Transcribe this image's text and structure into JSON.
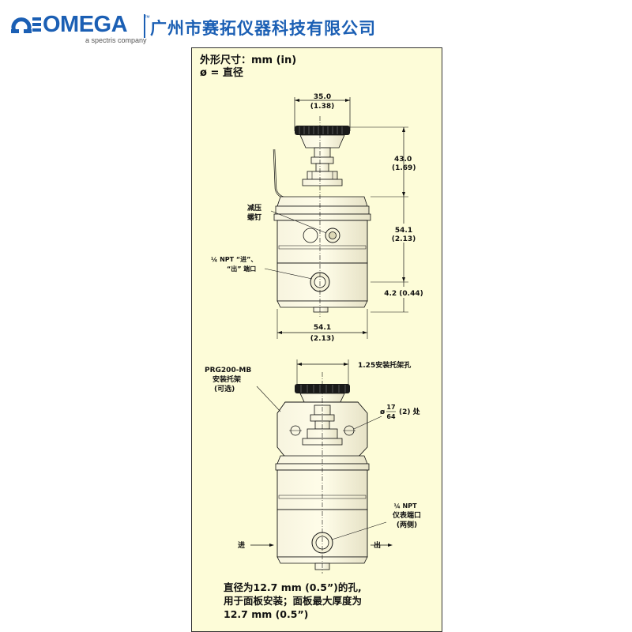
{
  "header": {
    "brand": "OMEGA",
    "trademark": "™",
    "tagline": "a spectris company",
    "company": "广州市赛拓仪器科技有限公司"
  },
  "panel": {
    "title_line1": "外形尺寸：mm (in)",
    "title_line2": "ø = 直径",
    "top_view": {
      "width_dim": "35.0",
      "width_dim_in": "(1.38)",
      "knob_height": "43.0",
      "knob_height_in": "(1.69)",
      "body_height": "54.1",
      "body_height_in": "(2.13)",
      "screw_label_1": "减压",
      "screw_label_2": "螺钉",
      "port_label_1": "¼ NPT “进”、",
      "port_label_2": "“出” 端口",
      "offset_dim": "4.2 (0.44)",
      "body_width": "54.1",
      "body_width_in": "(2.13)"
    },
    "bottom_view": {
      "bracket_name": "PRG200-MB",
      "bracket_label_1": "安装托架",
      "bracket_label_2": "(可选)",
      "bracket_hole": "1.25安装托架孔",
      "hole_prefix": "ø",
      "hole_num": "17",
      "hole_den": "64",
      "hole_suffix": "(2) 处",
      "gauge_label_1": "¼ NPT",
      "gauge_label_2": "仪表端口",
      "gauge_label_3": "(两侧)",
      "inlet": "进",
      "outlet": "出"
    },
    "footnote": "直径为12.7 mm (0.5”)的孔,\n用于面板安装；面板最大厚度为\n12.7 mm (0.5”)"
  },
  "colors": {
    "brand_blue": "#1b5fb4",
    "panel_bg": "#fdfcd8"
  }
}
